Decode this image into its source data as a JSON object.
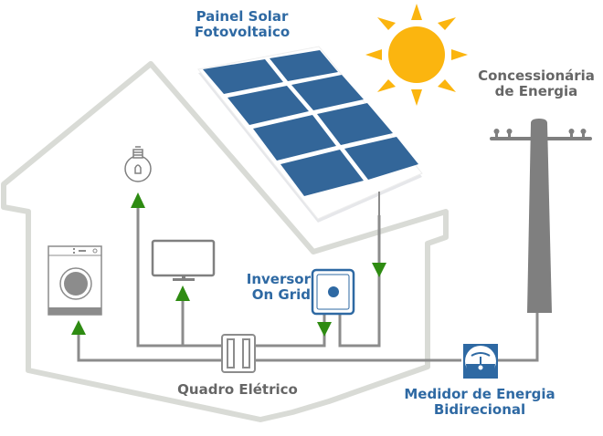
{
  "title": "Sistema Solar On Grid",
  "labels": {
    "panel": [
      "Painel Solar",
      "Fotovoltaico"
    ],
    "utility": [
      "Concessionária",
      "de Energia"
    ],
    "inverter": [
      "Inversor",
      "On Grid"
    ],
    "board": "Quadro Elétrico",
    "meter": [
      "Medidor de Energia",
      "Bidirecional"
    ]
  },
  "colors": {
    "label_blue": "#2e69a3",
    "label_gray": "#666666",
    "panel_blue": "#336699",
    "sun_yellow": "#fbb50f",
    "arrow_green": "#2e8b12",
    "wire_gray": "#8c8c8c",
    "house_outline": "#d9dbd6",
    "pole_gray": "#7f7f7f"
  },
  "components": [
    {
      "id": "solar-panel",
      "icon": "solar-panel-icon",
      "cells": 8
    },
    {
      "id": "sun",
      "icon": "sun-icon"
    },
    {
      "id": "utility-pole",
      "icon": "utility-pole-icon"
    },
    {
      "id": "inverter",
      "icon": "inverter-icon"
    },
    {
      "id": "electrical-board",
      "icon": "breaker-panel-icon"
    },
    {
      "id": "bidirectional-meter",
      "icon": "meter-icon"
    },
    {
      "id": "light-bulb",
      "icon": "light-bulb-icon"
    },
    {
      "id": "television",
      "icon": "tv-icon"
    },
    {
      "id": "washing-machine",
      "icon": "washing-machine-icon"
    }
  ],
  "flows": [
    {
      "from": "solar-panel",
      "to": "inverter",
      "direction": "down"
    },
    {
      "from": "inverter",
      "to": "electrical-board",
      "direction": "down"
    },
    {
      "from": "electrical-board",
      "to": "light-bulb",
      "direction": "up"
    },
    {
      "from": "electrical-board",
      "to": "television",
      "direction": "up"
    },
    {
      "from": "electrical-board",
      "to": "washing-machine",
      "direction": "up"
    },
    {
      "from": "electrical-board",
      "to": "bidirectional-meter",
      "direction": "both"
    },
    {
      "from": "bidirectional-meter",
      "to": "utility-pole",
      "direction": "both"
    }
  ]
}
